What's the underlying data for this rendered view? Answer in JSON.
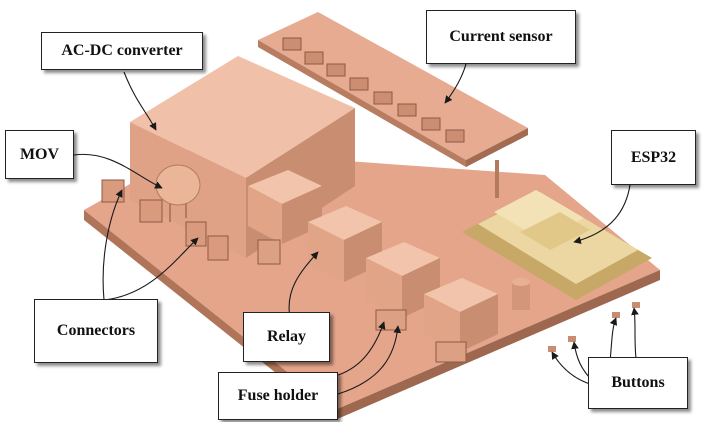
{
  "labels": {
    "ac_dc_converter": "AC-DC converter",
    "current_sensor": "Current sensor",
    "mov": "MOV",
    "esp32": "ESP32",
    "connectors": "Connectors",
    "relay": "Relay",
    "fuse_holder": "Fuse holder",
    "buttons": "Buttons"
  },
  "colors": {
    "board": "#e4a58a",
    "board_edge": "#a46b52",
    "component": "#edb79d",
    "component_side": "#cf9378",
    "esp32_module": "#ecd7a2",
    "esp32_pins": "#c7a866",
    "callout_line": "#1a1a1a"
  }
}
